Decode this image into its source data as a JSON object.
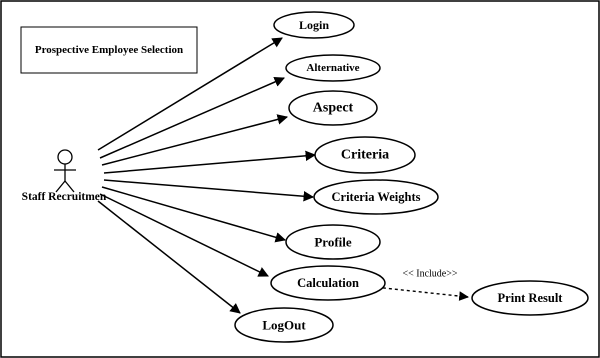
{
  "system": {
    "title": "Prospective Employee Selection"
  },
  "actor": {
    "name": "Staff Recruitmen",
    "icon": "stick-figure-actor-icon"
  },
  "use_cases": [
    {
      "id": "login",
      "label": "Login"
    },
    {
      "id": "alternative",
      "label": "Alternative"
    },
    {
      "id": "aspect",
      "label": "Aspect"
    },
    {
      "id": "criteria",
      "label": "Criteria"
    },
    {
      "id": "criteria-weights",
      "label": "Criteria Weights"
    },
    {
      "id": "profile",
      "label": "Profile"
    },
    {
      "id": "calculation",
      "label": "Calculation"
    },
    {
      "id": "logout",
      "label": "LogOut"
    },
    {
      "id": "print-result",
      "label": "Print Result"
    }
  ],
  "relations": {
    "include": {
      "from": "calculation",
      "to": "print-result",
      "label": "<< Include>>"
    }
  }
}
